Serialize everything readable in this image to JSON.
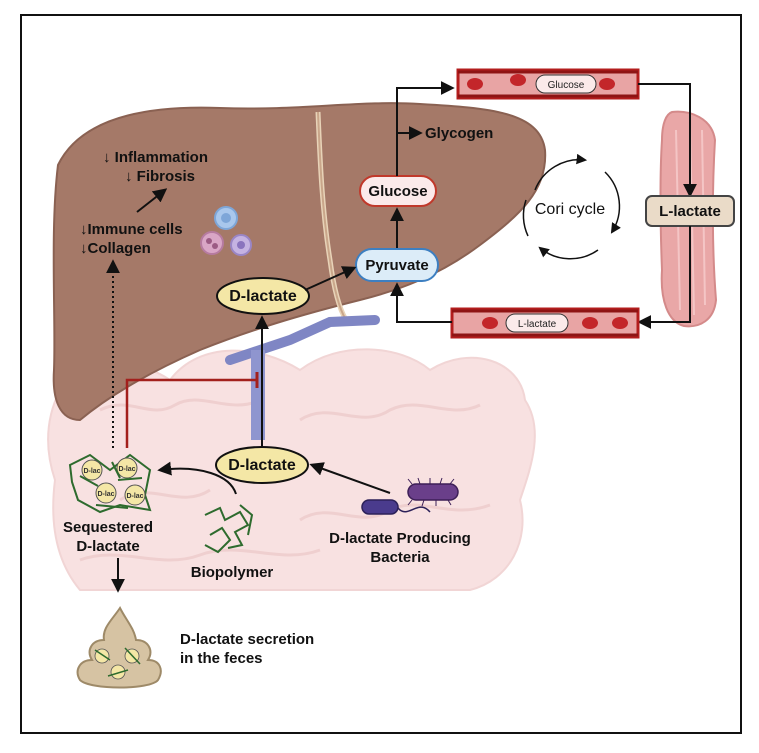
{
  "effects": {
    "line1": "↓ Inflammation",
    "line2": "↓ Fibrosis",
    "line3": "↓Immune cells",
    "line4": "↓Collagen"
  },
  "liver": {
    "dlactate_label": "D-lactate",
    "pyruvate_label": "Pyruvate",
    "glucose_label": "Glucose",
    "glycogen_label": "Glycogen"
  },
  "cori": {
    "label": "Cori cycle",
    "vessel_top_label": "Glucose",
    "vessel_bottom_label": "L-lactate",
    "muscle_label": "L-lactate"
  },
  "gut": {
    "dlactate_label": "D-lactate",
    "bacteria_label_1": "D-lactate Producing",
    "bacteria_label_2": "Bacteria",
    "biopolymer_label": "Biopolymer",
    "sequestered_label_1": "Sequestered",
    "sequestered_label_2": "D-lactate",
    "bead_text": "D-lac"
  },
  "feces": {
    "label_1": "D-lactate secretion",
    "label_2": "in the feces"
  },
  "colors": {
    "liver": "#a57968",
    "pyruvate_fill": "#dcecf8",
    "pyruvate_stroke": "#3d7fc1",
    "glucose_stroke": "#c0392b",
    "dlactate_fill": "#f4e7a6",
    "inhibit_line": "#a3201c",
    "vessel": "#b31d1d"
  }
}
